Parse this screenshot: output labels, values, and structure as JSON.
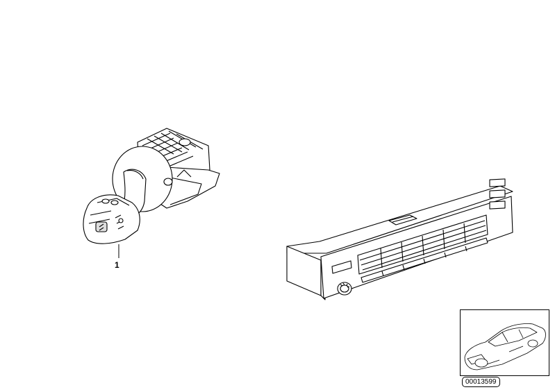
{
  "diagram": {
    "callouts": [
      {
        "label": "1",
        "part": "steering-column-switch"
      }
    ],
    "parts": [
      {
        "name": "steering-column-switch",
        "icon": "wiper-switch-icon"
      },
      {
        "name": "climate-control-panel",
        "icon": "climate-panel-icon"
      }
    ],
    "thumbnail": {
      "icon": "car-sedan-icon"
    },
    "reference_number": "00013599"
  }
}
